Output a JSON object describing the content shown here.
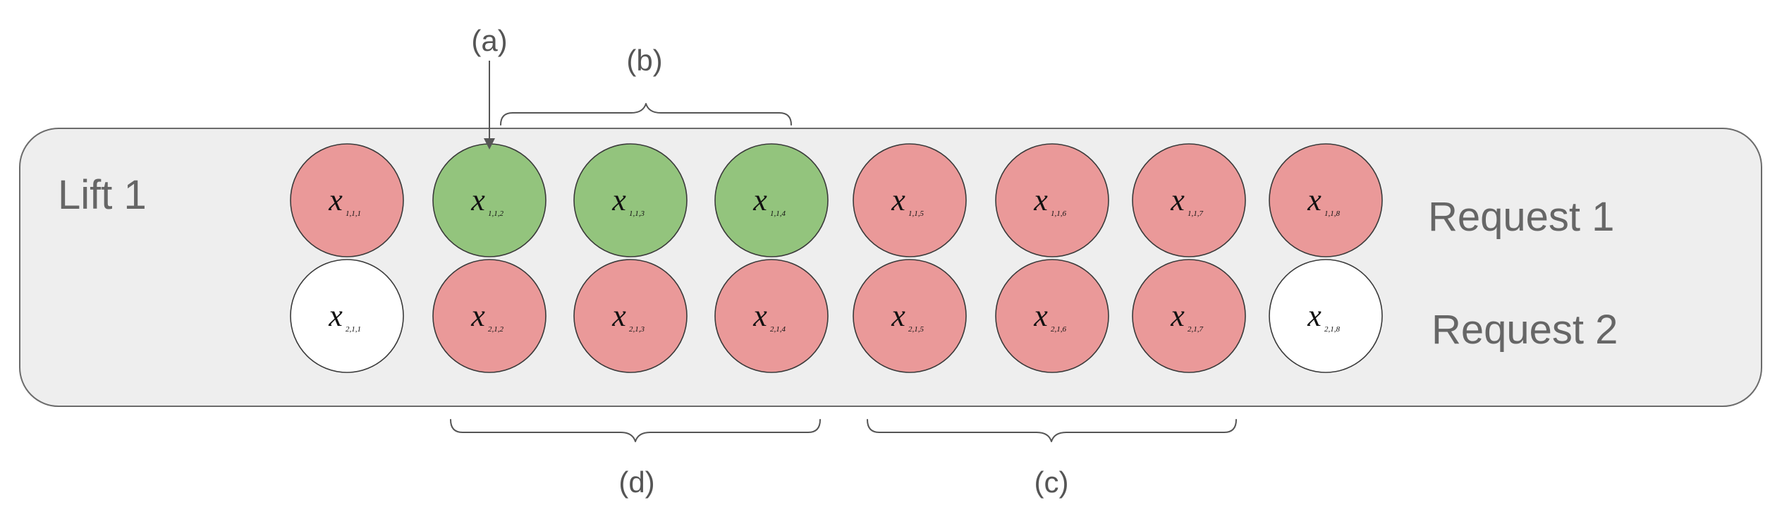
{
  "lift_label": "Lift 1",
  "requests": [
    {
      "label": "Request 1",
      "nodes": [
        {
          "var": "x",
          "sub": "1,1,1",
          "color": "red"
        },
        {
          "var": "x",
          "sub": "1,1,2",
          "color": "green"
        },
        {
          "var": "x",
          "sub": "1,1,3",
          "color": "green"
        },
        {
          "var": "x",
          "sub": "1,1,4",
          "color": "green"
        },
        {
          "var": "x",
          "sub": "1,1,5",
          "color": "red"
        },
        {
          "var": "x",
          "sub": "1,1,6",
          "color": "red"
        },
        {
          "var": "x",
          "sub": "1,1,7",
          "color": "red"
        },
        {
          "var": "x",
          "sub": "1,1,8",
          "color": "red"
        }
      ]
    },
    {
      "label": "Request 2",
      "nodes": [
        {
          "var": "x",
          "sub": "2,1,1",
          "color": "white"
        },
        {
          "var": "x",
          "sub": "2,1,2",
          "color": "red"
        },
        {
          "var": "x",
          "sub": "2,1,3",
          "color": "red"
        },
        {
          "var": "x",
          "sub": "2,1,4",
          "color": "red"
        },
        {
          "var": "x",
          "sub": "2,1,5",
          "color": "red"
        },
        {
          "var": "x",
          "sub": "2,1,6",
          "color": "red"
        },
        {
          "var": "x",
          "sub": "2,1,7",
          "color": "red"
        },
        {
          "var": "x",
          "sub": "2,1,8",
          "color": "white"
        }
      ]
    }
  ],
  "annotations": {
    "a": "(a)",
    "b": "(b)",
    "c": "(c)",
    "d": "(d)"
  },
  "colors": {
    "red": "#ea9999",
    "green": "#93c47d",
    "white": "#ffffff",
    "panel": "#eeeeee"
  }
}
